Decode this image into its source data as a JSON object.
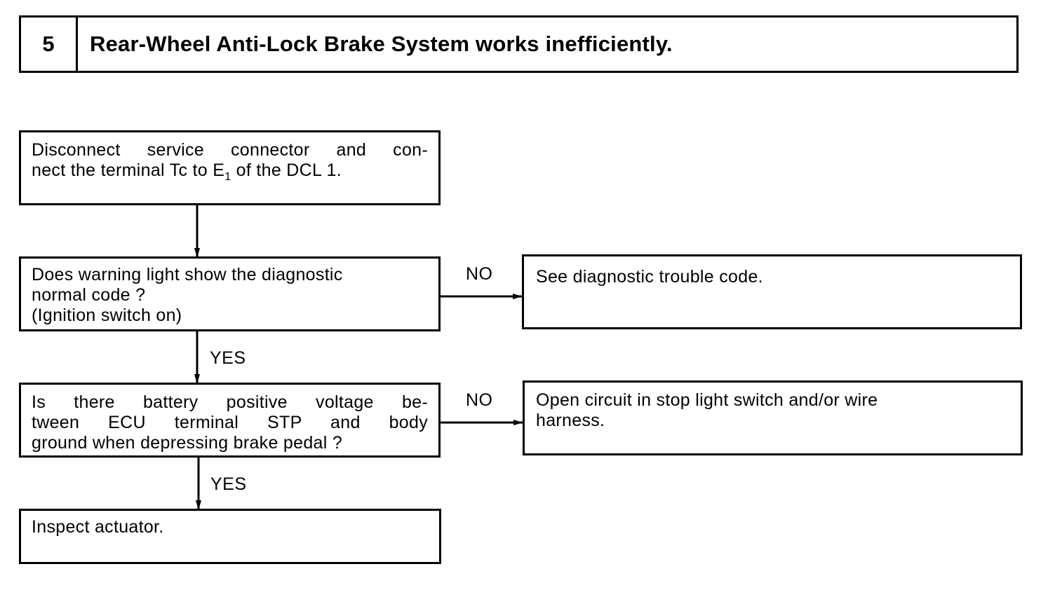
{
  "header": {
    "number": "5",
    "title": "Rear-Wheel Anti-Lock Brake System works inefficiently."
  },
  "steps": {
    "step1": {
      "line1": "Disconnect service connector and con-",
      "line2_a": "nect the terminal Tc to E",
      "line2_sub": "1",
      "line2_b": " of the DCL 1."
    },
    "step2": {
      "line1": "Does warning light show the diagnostic",
      "line2": "normal code ?",
      "line3": "(Ignition switch on)"
    },
    "step3": {
      "line1": "Is there battery positive voltage be-",
      "line2": "tween ECU terminal STP and body",
      "line3": "ground when depressing brake pedal ?"
    },
    "step4": {
      "line1": "Inspect actuator."
    },
    "result1": {
      "line1": "See diagnostic trouble code."
    },
    "result2": {
      "line1": "Open circuit in stop light switch and/or wire",
      "line2": "harness."
    }
  },
  "labels": {
    "no1": "NO",
    "yes1": "YES",
    "no2": "NO",
    "yes2": "YES"
  }
}
